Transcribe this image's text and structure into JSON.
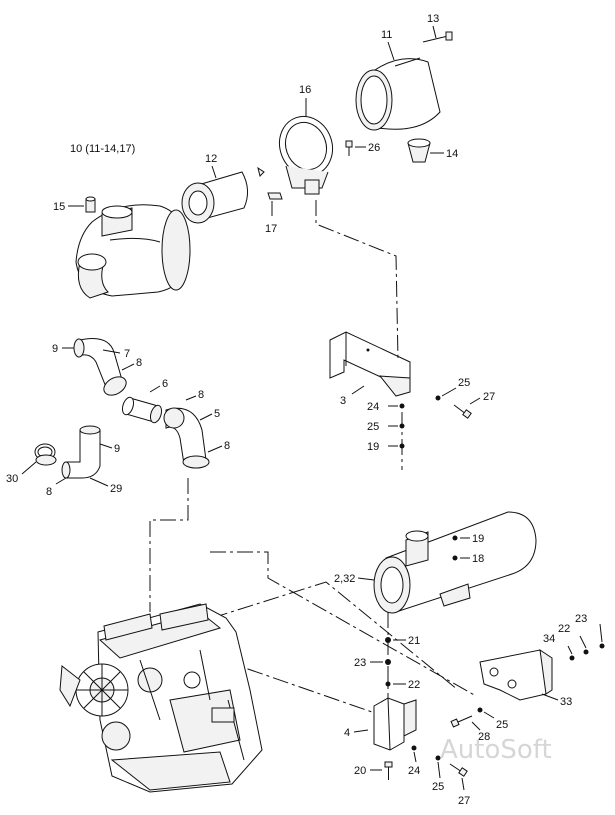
{
  "diagram": {
    "group_label": "10 (11-14,17)",
    "watermark": "AutoSoft",
    "callouts": {
      "c2_32": "2,32",
      "c3": "3",
      "c4": "4",
      "c5": "5",
      "c6": "6",
      "c7": "7",
      "c8a": "8",
      "c8b": "8",
      "c8c": "8",
      "c8d": "8",
      "c9a": "9",
      "c9b": "9",
      "c11": "11",
      "c12": "12",
      "c13": "13",
      "c14": "14",
      "c15": "15",
      "c16": "16",
      "c17": "17",
      "c18": "18",
      "c19a": "19",
      "c19b": "19",
      "c20": "20",
      "c21": "21",
      "c22a": "22",
      "c22b": "22",
      "c23a": "23",
      "c23b": "23",
      "c24a": "24",
      "c24b": "24",
      "c25a": "25",
      "c25b": "25",
      "c25c": "25",
      "c25d": "25",
      "c26": "26",
      "c27a": "27",
      "c27b": "27",
      "c28": "28",
      "c29": "29",
      "c30": "30",
      "c33": "33",
      "c34": "34"
    }
  }
}
